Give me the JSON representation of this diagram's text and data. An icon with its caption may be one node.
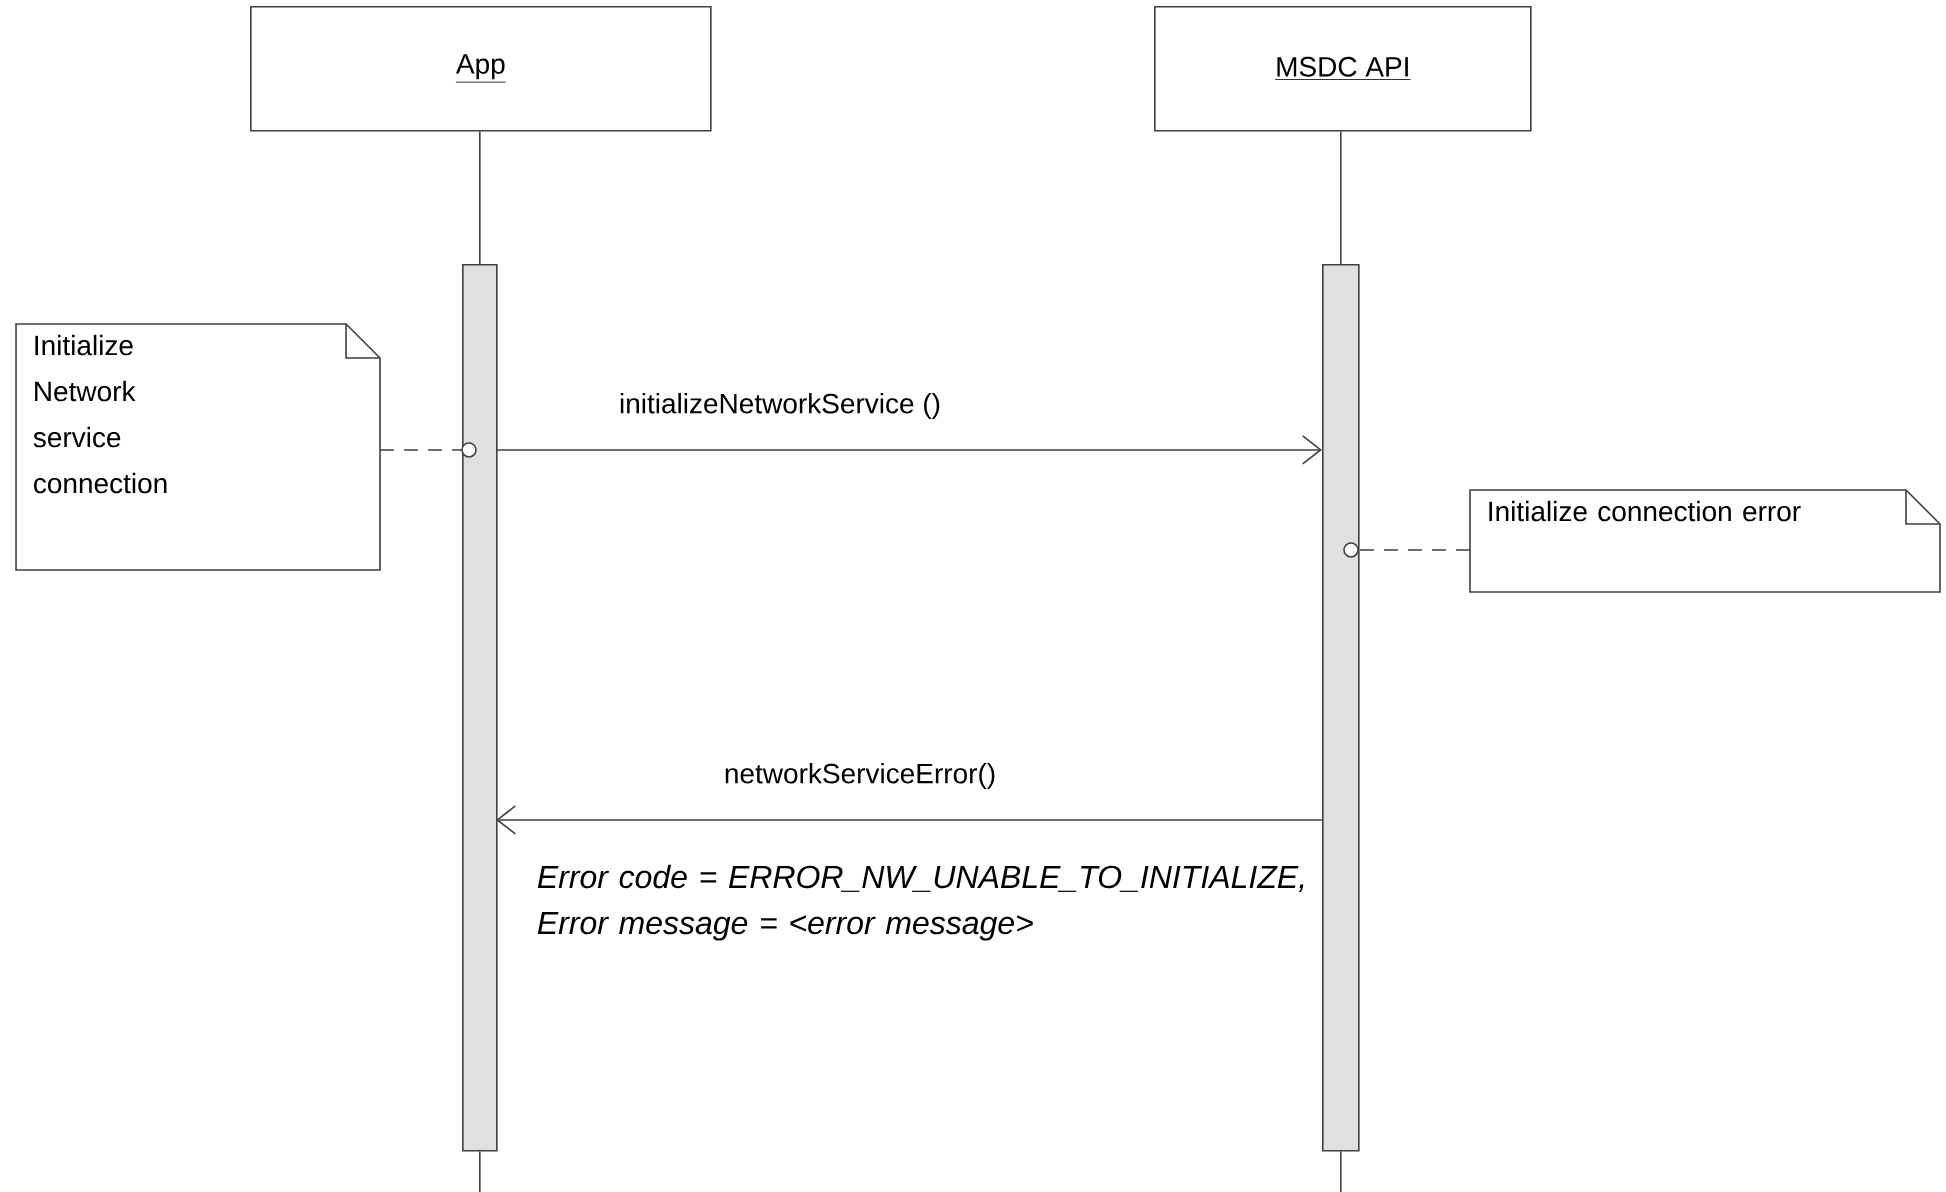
{
  "diagram": {
    "nodes": [
      {
        "text": [
          "App"
        ]
      },
      {
        "text": [
          "MSDC API"
        ]
      },
      {
        "text": [],
        "shape": "bar"
      },
      {
        "text": [],
        "shape": "bar"
      },
      {
        "text": [
          "Initialize Network service connection"
        ]
      },
      {
        "text": [
          "Initialize connection error"
        ]
      }
    ],
    "edges": [
      {
        "from": 0,
        "to": 2,
        "arrow": "none"
      },
      {
        "from": 2,
        "to": null,
        "arrow": "none"
      },
      {
        "from": 1,
        "to": 3,
        "arrow": "none"
      },
      {
        "from": 3,
        "to": null,
        "arrow": "none"
      },
      {
        "from": 2,
        "to": 3,
        "arrow": "to",
        "label": "initializeNetworkService ()"
      },
      {
        "from": 4,
        "to": 2,
        "arrow": "other",
        "style": "dashed"
      },
      {
        "from": 5,
        "to": 3,
        "arrow": "other",
        "style": "dashed"
      },
      {
        "from": 3,
        "to": 2,
        "arrow": "to",
        "label": "networkServiceError()"
      }
    ],
    "labels": [
      "Error code = ERROR_NW_UNABLE_TO_INITIALIZE, Error message = <error message>"
    ]
  }
}
